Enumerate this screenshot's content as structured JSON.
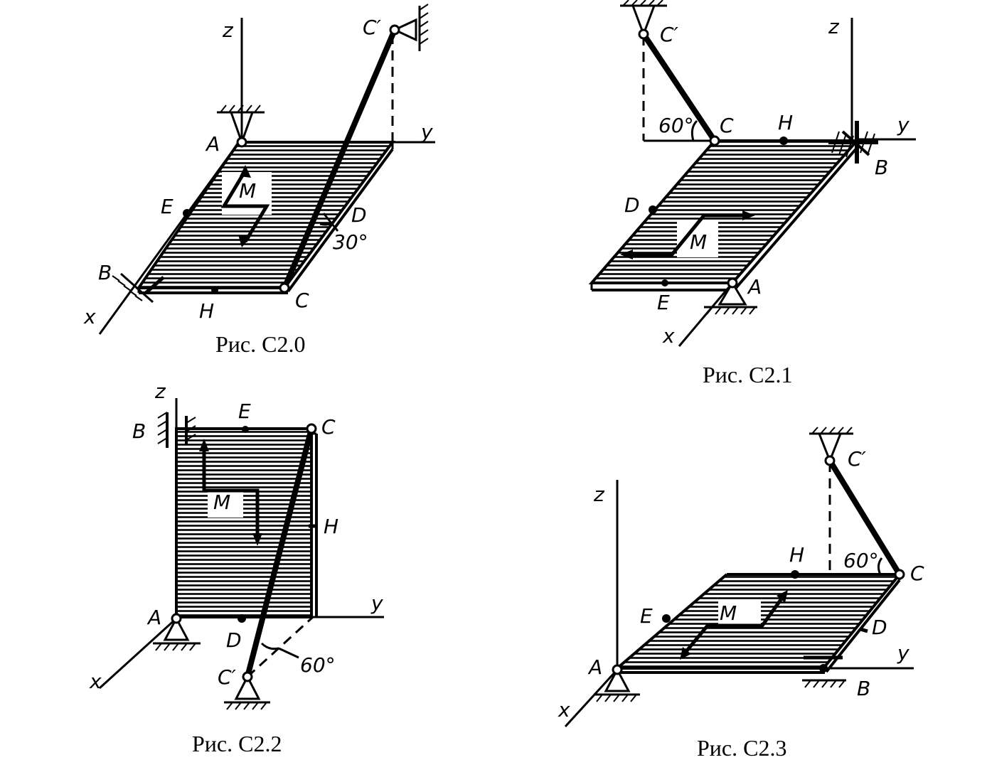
{
  "figures": [
    {
      "id": "c2-0",
      "caption": "Рис. С2.0",
      "labels": {
        "z": "z",
        "y": "y",
        "x": "x",
        "A": "A",
        "B": "B",
        "C": "C",
        "Cp": "C′",
        "D": "D",
        "E": "E",
        "H": "H",
        "M": "M"
      },
      "angle": "30°"
    },
    {
      "id": "c2-1",
      "caption": "Рис. С2.1",
      "labels": {
        "z": "z",
        "y": "y",
        "x": "x",
        "A": "A",
        "B": "B",
        "C": "C",
        "Cp": "C′",
        "D": "D",
        "E": "E",
        "H": "H",
        "M": "M"
      },
      "angle": "60°"
    },
    {
      "id": "c2-2",
      "caption": "Рис. С2.2",
      "labels": {
        "z": "z",
        "y": "y",
        "x": "x",
        "A": "A",
        "B": "B",
        "C": "C",
        "Cp": "C′",
        "D": "D",
        "E": "E",
        "H": "H",
        "M": "M"
      },
      "angle": "60°"
    },
    {
      "id": "c2-3",
      "caption": "Рис. С2.3",
      "labels": {
        "z": "z",
        "y": "y",
        "x": "x",
        "A": "A",
        "B": "B",
        "C": "C",
        "Cp": "C′",
        "D": "D",
        "E": "E",
        "H": "H",
        "M": "M"
      },
      "angle": "60°"
    }
  ]
}
